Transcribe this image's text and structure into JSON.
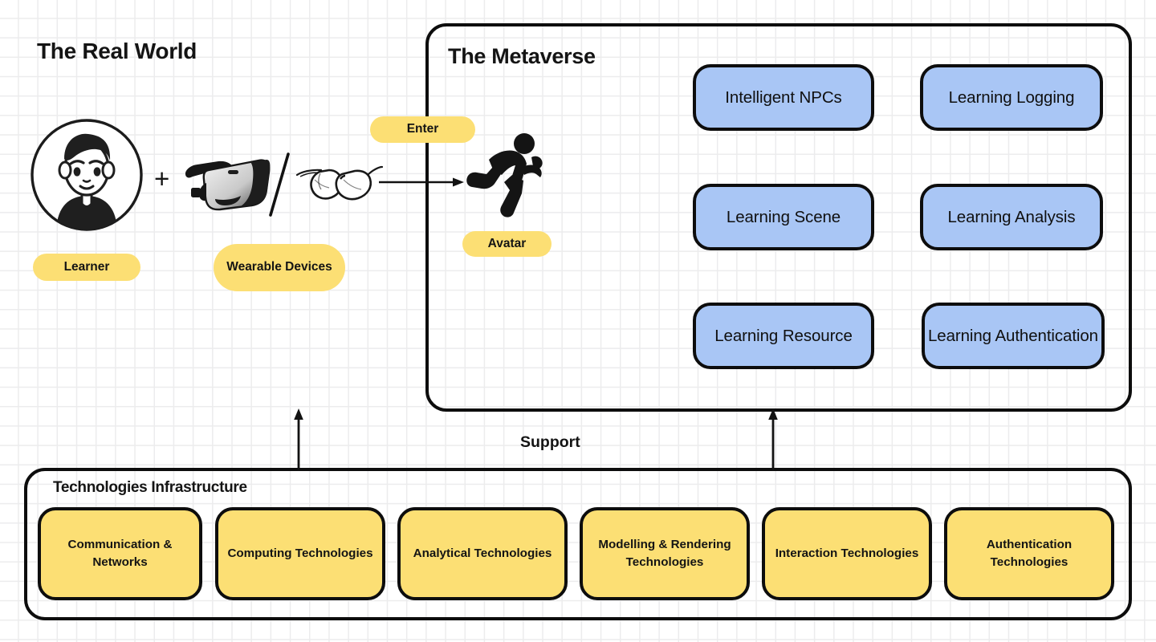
{
  "sections": {
    "real_world": {
      "title": "The Real World"
    },
    "metaverse": {
      "title": "The Metaverse"
    },
    "infrastructure": {
      "title": "Technologies Infrastructure"
    }
  },
  "labels": {
    "learner": "Learner",
    "wearable_devices": "Wearable Devices",
    "enter": "Enter",
    "avatar": "Avatar",
    "support": "Support",
    "plus": "+"
  },
  "icons": {
    "learner": "learner-avatar-icon",
    "vr_headset": "vr-headset-icon",
    "separator": "slash-separator-icon",
    "smart_glasses": "smart-glasses-icon",
    "runner": "running-person-icon"
  },
  "metaverse_cards": [
    {
      "label": "Intelligent NPCs",
      "row": 1,
      "col": 1
    },
    {
      "label": "Learning Logging",
      "row": 1,
      "col": 2
    },
    {
      "label": "Learning Scene",
      "row": 2,
      "col": 1
    },
    {
      "label": "Learning Analysis",
      "row": 2,
      "col": 2
    },
    {
      "label": "Learning Resource",
      "row": 3,
      "col": 1
    },
    {
      "label": "Learning Authentication",
      "row": 3,
      "col": 2
    }
  ],
  "technology_cards": [
    {
      "label": "Communication & Networks"
    },
    {
      "label": "Computing Technologies"
    },
    {
      "label": "Analytical Technologies"
    },
    {
      "label": "Modelling & Rendering Technologies"
    },
    {
      "label": "Interaction Technologies"
    },
    {
      "label": "Authentication Technologies"
    }
  ],
  "colors": {
    "accent_yellow": "#FCDF74",
    "accent_blue": "#A9C6F5",
    "stroke_black": "#0D0D0D",
    "grid_line": "#ECECED",
    "background": "#FFFFFF"
  }
}
